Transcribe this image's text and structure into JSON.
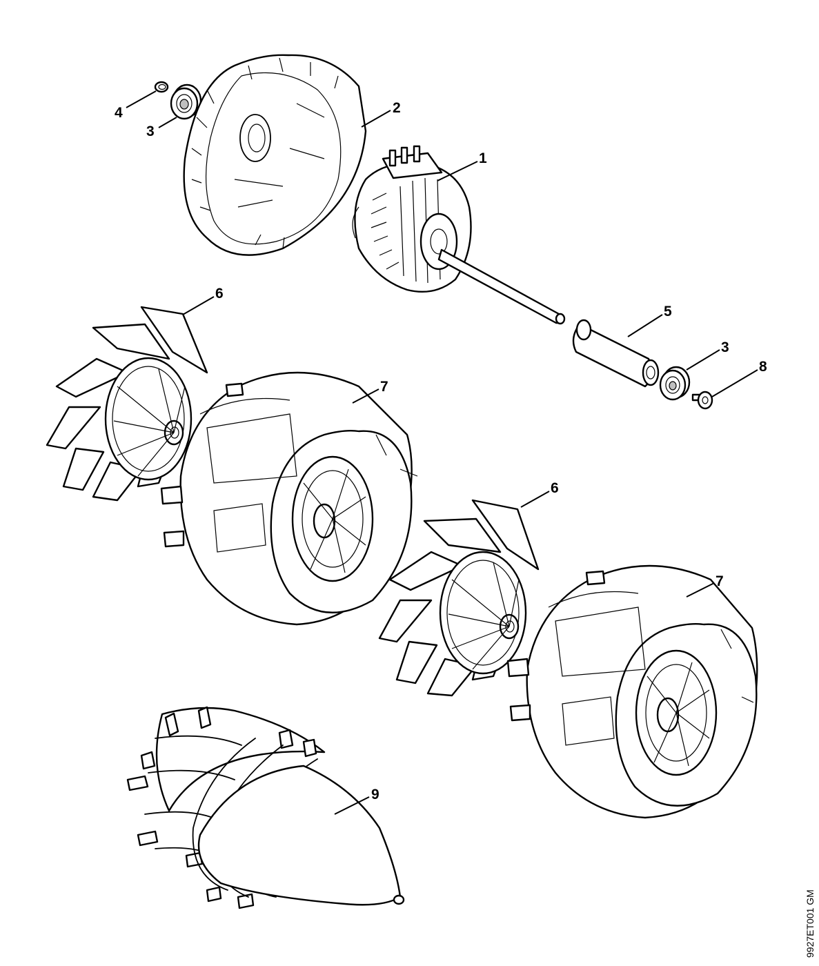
{
  "callouts": {
    "c1": "1",
    "c2": "2",
    "c3a": "3",
    "c3b": "3",
    "c4": "4",
    "c5": "5",
    "c6a": "6",
    "c6b": "6",
    "c7a": "7",
    "c7b": "7",
    "c8": "8",
    "c9": "9"
  },
  "drawing_code": "9927ET001 GM",
  "colors": {
    "line": "#000000",
    "background": "#ffffff",
    "shade": "#bfbfbf"
  }
}
